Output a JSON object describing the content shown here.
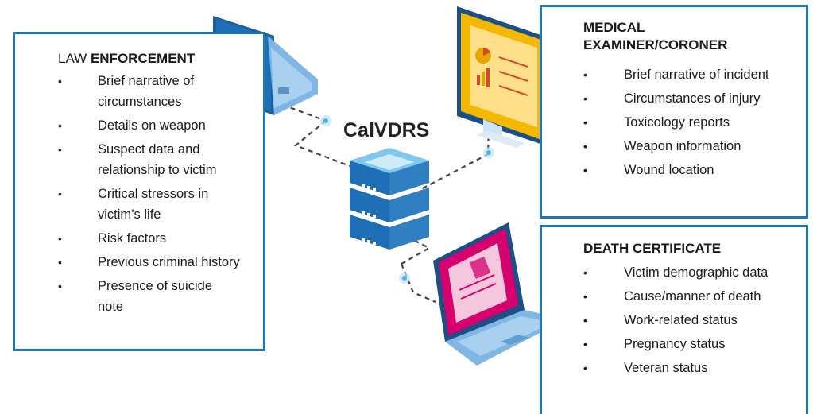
{
  "hub": {
    "label": "CalVDRS"
  },
  "law_enforcement": {
    "title_plain": "LAW ",
    "title_bold": "ENFORCEMENT",
    "items": [
      "Brief narrative of circumstances",
      "Details on weapon",
      "Suspect data and relationship to victim",
      "Critical stressors in victim’s life",
      "Risk factors",
      "Previous criminal history",
      "Presence of suicide note"
    ]
  },
  "medical_examiner": {
    "title": "MEDICAL EXAMINER/CORONER",
    "items": [
      "Brief narrative of incident",
      "Circumstances of injury",
      "Toxicology reports",
      "Weapon information",
      "Wound location"
    ]
  },
  "death_certificate": {
    "title": "DEATH CERTIFICATE",
    "items": [
      "Victim demographic data",
      "Cause/manner of death",
      "Work-related status",
      "Pregnancy status",
      "Veteran status"
    ]
  },
  "bullet": "•",
  "colors": {
    "box_border": "#1f78b4",
    "laptop_blue": "#1e6fb5",
    "monitor_yellow": "#f5b800",
    "laptop_magenta": "#d6006e",
    "server_blue": "#2f7fc1",
    "connector": "#444444"
  }
}
